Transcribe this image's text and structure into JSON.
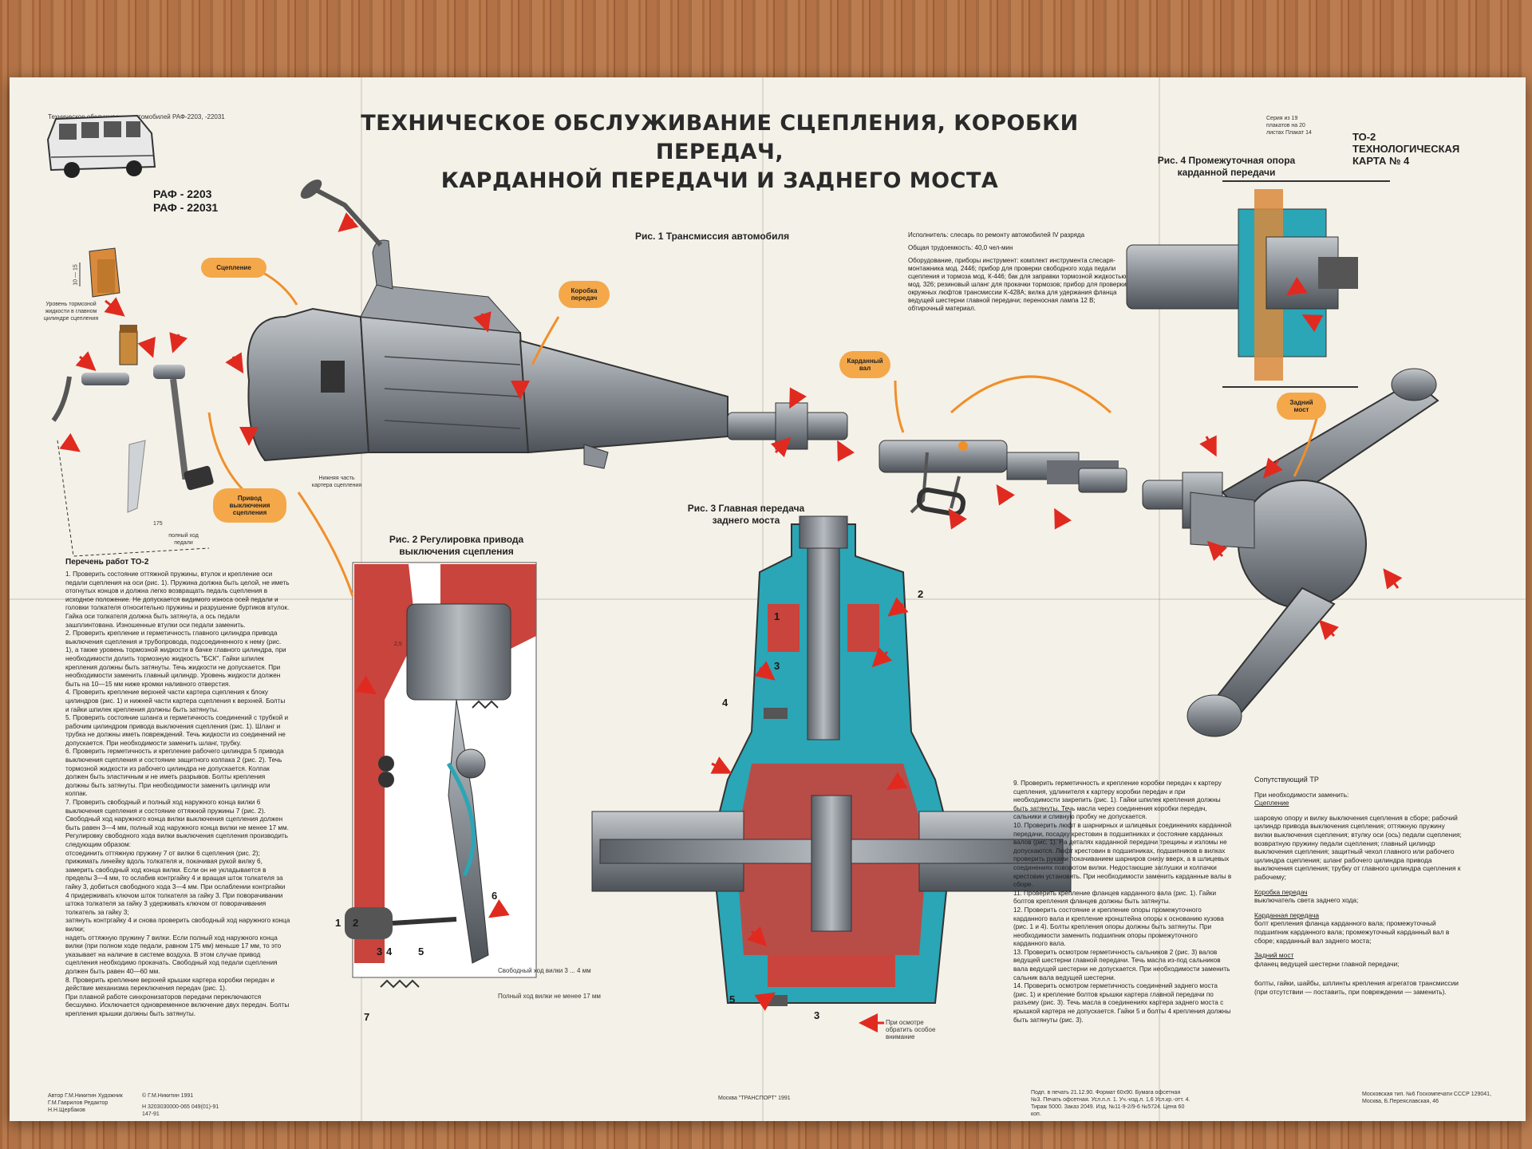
{
  "header": {
    "subtitle_left": "Техническое обслуживание автомобилей РАФ-2203, -22031",
    "title_line1": "ТЕХНИЧЕСКОЕ ОБСЛУЖИВАНИЕ СЦЕПЛЕНИЯ, КОРОБКИ ПЕРЕДАЧ,",
    "title_line2": "КАРДАННОЙ ПЕРЕДАЧИ И ЗАДНЕГО МОСТА",
    "model1": "РАФ - 2203",
    "model2": "РАФ - 22031",
    "series_note": "Серия из 19 плакатов на 20 листах Плакат 14",
    "card_line1": "ТО-2",
    "card_line2": "ТЕХНОЛОГИЧЕСКАЯ",
    "card_line3": "КАРТА №   4"
  },
  "figures": {
    "fig1": "Рис. 1 Трансмиссия автомобиля",
    "fig2_line1": "Рис. 2 Регулировка привода",
    "fig2_line2": "выключения сцепления",
    "fig3_line1": "Рис. 3 Главная передача",
    "fig3_line2": "заднего моста",
    "fig4_line1": "Рис. 4 Промежуточная опора",
    "fig4_line2": "карданной передачи"
  },
  "callouts": {
    "clutch": "Сцепление",
    "gearbox": "Коробка передач",
    "driveshaft": "Карданный вал",
    "rear_axle": "Задний мост",
    "release_drive": "Привод выключения сцепления"
  },
  "labels": {
    "brake_level": "Уровень тормозной жидкости в главном цилиндре сцепления",
    "dim_10_15": "10 — 15",
    "dim_175": "175",
    "full_travel": "полный ход педали",
    "lower_case": "Нижняя часть картера сцепления",
    "dim_25": "2,5",
    "free_play": "Свободный ход вилки 3 ... 4 мм",
    "full_play": "Полный ход вилки не менее 17 мм",
    "legend_attention": "При осмотре обратить особое внимание"
  },
  "numbers": {
    "fig2": [
      "1",
      "2",
      "3",
      "4",
      "5",
      "6",
      "7"
    ],
    "fig3": [
      "1",
      "2",
      "3",
      "4",
      "5",
      "3"
    ]
  },
  "executor": {
    "line1": "Исполнитель: слесарь по ремонту автомобилей IV разряда",
    "line2": "Общая трудоемкость: 40,0 чел-мин",
    "line3": "Оборудование, приборы инструмент: комплект инструмента слесаря-монтажника мод. 2446; прибор для проверки свободного хода педали сцепления и тормоза мод. К-446; бак для заправки тормозной жидкостью мод. 326; резиновый шланг для прокачки тормозов; прибор для проверки окружных люфтов трансмиссии К-428А; вилка для удержания фланца ведущей шестерни главной передачи; переносная лампа 12 В; обтирочный материал."
  },
  "worklist": {
    "heading": "Перечень работ ТО-2",
    "text": "1. Проверить состояние оттяжной пружины, втулок и крепление оси педали сцепления на оси (рис. 1). Пружина должна быть целой, не иметь отогнутых концов и должна легко возвращать педаль сцепления в исходное положение. Не допускается видимого износа осей педали и головки толкателя относительно пружины и разрушение буртиков втулок. Гайка оси толкателя должна быть затянута, а ось педали зашплинтована. Изношенные втулки оси педали заменить.\n2. Проверить крепление и герметичность главного цилиндра привода выключения сцепления и трубопровода, подсоединенного к нему (рис. 1), а также уровень тормозной жидкости в бачке главного цилиндра, при необходимости долить тормозную жидкость \"БСК\". Гайки шпилек крепления должны быть затянуты. Течь жидкости не допускается. При необходимости заменить главный цилиндр. Уровень жидкости должен быть на 10—15 мм ниже кромки наливного отверстия.\n4. Проверить крепление верхней части картера сцепления к блоку цилиндров (рис. 1) и нижней части картера сцепления к верхней. Болты и гайки шпилек крепления должны быть затянуты.\n5. Проверить состояние шланга и герметичность соединений с трубкой и рабочим цилиндром привода выключения сцепления (рис. 1). Шланг и трубка не должны иметь повреждений. Течь жидкости из соединений не допускается. При необходимости заменить шланг, трубку.\n6. Проверить герметичность и крепление рабочего цилиндра 5 привода выключения сцепления и состояние защитного колпака 2 (рис. 2). Течь тормозной жидкости из рабочего цилиндра не допускается. Колпак должен быть эластичным и не иметь разрывов. Болты крепления должны быть затянуты. При необходимости заменить цилиндр или колпак.\n7. Проверить свободный и полный ход наружного конца вилки 6 выключения сцепления и состояние оттяжной пружины 7 (рис. 2). Свободный ход наружного конца вилки выключения сцепления должен быть равен 3—4 мм, полный ход наружного конца вилки не менее 17 мм. Регулировку свободного хода вилки выключения сцепления производить следующим образом:\nотсоединить оттяжную пружину 7 от вилки 6 сцепления (рис. 2);\nприжимать линейку вдоль толкателя и, покачивая рукой вилку 6, замерить свободный ход конца вилки. Если он не укладывается в пределы 3—4 мм, то ослабив контргайку 4 и вращая шток толкателя за гайку 3, добиться свободного хода 3—4 мм. При ослаблении контргайки 4 придерживать ключом шток толкателя за гайку 3. При поворачивании штока толкателя за гайку 3 удерживать ключом от поворачивания толкатель за гайку 3;\nзатянуть контргайку 4 и снова проверить свободный ход наружного конца вилки;\nнадеть оттяжную пружину 7 вилки. Если полный ход наружного конца вилки (при полном ходе педали, равном 175 мм) меньше 17 мм, то это указывает на наличие в системе воздуха. В этом случае привод сцепления необходимо прокачать. Свободный ход педали сцепления должен быть равен 40—60 мм.\n8. Проверить крепление верхней крышки картера коробки передач и действие механизма переключения передач (рис. 1).\nПри плавной работе синхронизаторов передачи переключаются бесшумно. Исключается одновременное включение двух передач. Болты крепления крышки должны быть затянуты."
  },
  "worklist2": {
    "text": "9. Проверить герметичность и крепление коробки передач к картеру сцепления, удлинителя к картеру коробки передач и при необходимости закрепить (рис. 1). Гайки шпилек крепления должны быть затянуты. Течь масла через соединения коробки передач, сальники и сливную пробку не допускается.\n10. Проверить люфт в шарнирных и шлицевых соединениях карданной передачи, посадку крестовин в подшипниках и состояние карданных валов (рис. 1). На деталях карданной передачи трещины и изломы не допускаются. Люфт крестовин в подшипниках, подшипников в вилках проверить руками покачиванием шарниров снизу вверх, а в шлицевых соединениях поворотом вилки. Недостающие заглушки и колпачки крестовин установить. При необходимости заменить карданные валы в сборе.\n11. Проверить крепление фланцев карданного вала (рис. 1). Гайки болтов крепления фланцев должны быть затянуты.\n12. Проверить состояние и крепление опоры промежуточного карданного вала и крепление кронштейна опоры к основанию кузова (рис. 1 и 4). Болты крепления опоры должны быть затянуты. При необходимости заменить подшипник опоры промежуточного карданного вала.\n13. Проверить осмотром герметичность сальников 2 (рис. 3) валов ведущей шестерни главной передачи. Течь масла из-под сальников вала ведущей шестерни не допускается. При необходимости заменить сальник вала ведущей шестерни.\n14. Проверить осмотром герметичность соединений заднего моста (рис. 1) и крепление болтов крышки картера главной передачи по разъему (рис. 3). Течь масла в соединениях картера заднего моста с крышкой картера не допускается. Гайки 5 и болты 4 крепления должны быть затянуты (рис. 3)."
  },
  "related": {
    "heading": "Сопутствующий ТР",
    "sub": "При необходимости заменить:",
    "s1_title": "Сцепление",
    "s1_text": "шаровую опору и вилку выключения сцепления в сборе; рабочий цилиндр привода выключения сцепления; оттяжную пружину вилки выключения сцепления; втулку оси (ось) педали сцепления; возвратную пружину педали сцепления; главный цилиндр выключения сцепления; защитный чехол главного или рабочего цилиндра сцепления; шланг рабочего цилиндра привода выключения сцепления; трубку от главного цилиндра сцепления к рабочему;",
    "s2_title": "Коробка передач",
    "s2_text": "выключатель света заднего хода;",
    "s3_title": "Карданная передача",
    "s3_text": "болт крепления фланца карданного вала; промежуточный подшипник карданного вала; промежуточный карданный вал в сборе; карданный вал заднего моста;",
    "s4_title": "Задний мост",
    "s4_text": "фланец ведущей шестерни главной передачи;",
    "s5_text": "болты, гайки, шайбы, шплинты крепления агрегатов трансмиссии (при отсутствии — поставить, при повреждении — заменить)."
  },
  "footer": {
    "authors": "Автор Г.М.Никитин  Художник Г.М.Гаврилов  Редактор Н.Н.Щербаков",
    "copyright": "© Г.М.Никитин  1991",
    "code": "Н 3203030000-065 049(01)-91  147-91",
    "publisher": "Москва \"ТРАНСПОРТ\" 1991",
    "print": "Подп. в печать 21.12.90. Формат 60х90. Бумага офсетная №3. Печать офсетная. Усл.п.л. 1. Уч.-изд.л. 1,6 Усл.кр.-отт. 4. Тираж 5000. Заказ 2049. Изд. №11-9-2/9-6 №5724. Цена 60 коп.",
    "factory": "Московская тип. №6 Госкомпечати СССР 129041, Москва, Б.Переяславская, 46"
  },
  "colors": {
    "paper": "#f4f1e8",
    "callout": "#f4a84a",
    "arrow": "#e02a20",
    "section_red": "#c8443c",
    "section_cyan": "#2aa6b6",
    "metal": "#7a7f86"
  }
}
